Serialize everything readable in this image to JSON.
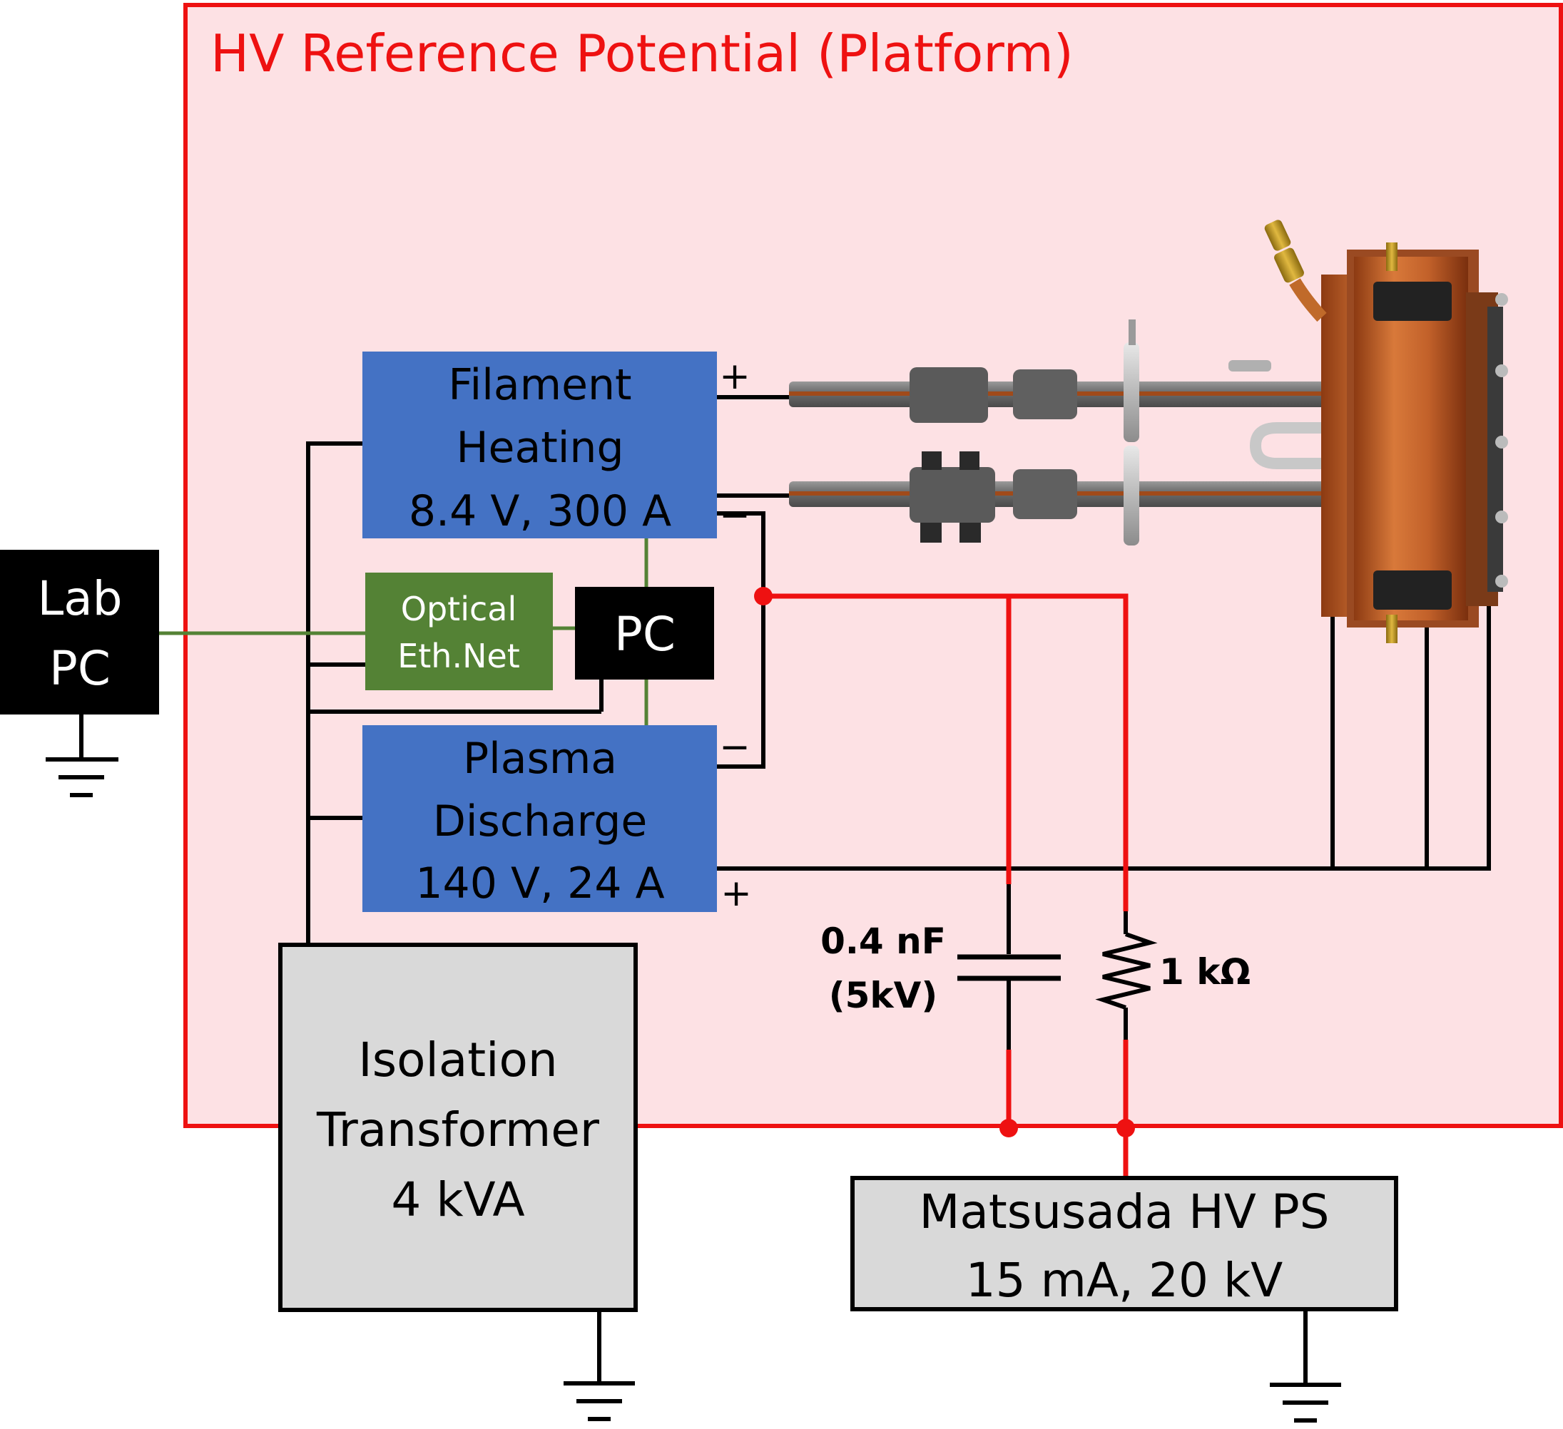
{
  "platform": {
    "title": "HV Reference Potential (Platform)"
  },
  "filament": {
    "line1": "Filament",
    "line2": "Heating",
    "line3": "8.4 V, 300 A"
  },
  "plasma": {
    "line1": "Plasma",
    "line2": "Discharge",
    "line3": "140 V, 24 A"
  },
  "optical": {
    "line1": "Optical",
    "line2": "Eth.Net"
  },
  "pc": {
    "label": "PC"
  },
  "lab_pc": {
    "line1": "Lab",
    "line2": "PC"
  },
  "transformer": {
    "line1": "Isolation",
    "line2": "Transformer",
    "line3": "4 kVA"
  },
  "hvps": {
    "line1": "Matsusada HV PS",
    "line2": "15 mA, 20 kV"
  },
  "capacitor": {
    "line1": "0.4 nF",
    "line2": "(5kV)"
  },
  "resistor": {
    "label": "1 kΩ"
  },
  "polarity": {
    "plus": "+",
    "minus": "−"
  },
  "colors": {
    "platform_fill": "#fde1e4",
    "platform_border": "#ee1111",
    "supply_blue": "#4472c4",
    "optical_green": "#548235",
    "hv_wire": "#ee1111",
    "grey_box": "#d9d9d9",
    "copper": "#b5561c"
  }
}
